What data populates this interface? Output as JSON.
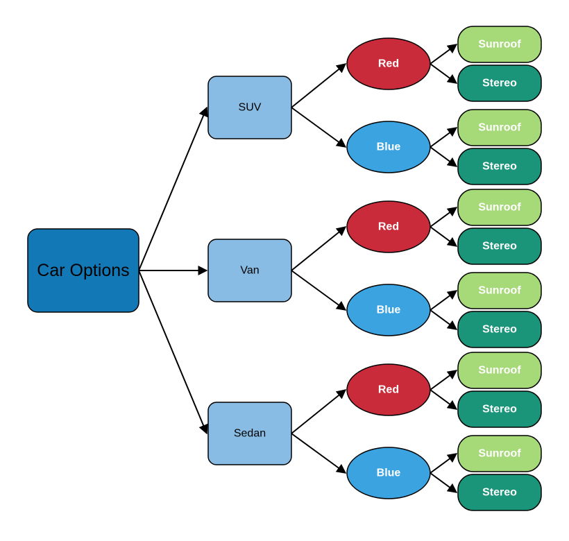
{
  "colors": {
    "root": "#1378b6",
    "type": "#88bce4",
    "red": "#c92b3a",
    "blue": "#3aa3e0",
    "sunroof": "#a6d977",
    "stereo": "#1a957a",
    "edge": "#000000"
  },
  "root": {
    "label": "Car Options"
  },
  "types": [
    {
      "label": "SUV",
      "colors": [
        {
          "label": "Red",
          "kind": "red",
          "features": [
            "Sunroof",
            "Stereo"
          ]
        },
        {
          "label": "Blue",
          "kind": "blue",
          "features": [
            "Sunroof",
            "Stereo"
          ]
        }
      ]
    },
    {
      "label": "Van",
      "colors": [
        {
          "label": "Red",
          "kind": "red",
          "features": [
            "Sunroof",
            "Stereo"
          ]
        },
        {
          "label": "Blue",
          "kind": "blue",
          "features": [
            "Sunroof",
            "Stereo"
          ]
        }
      ]
    },
    {
      "label": "Sedan",
      "colors": [
        {
          "label": "Red",
          "kind": "red",
          "features": [
            "Sunroof",
            "Stereo"
          ]
        },
        {
          "label": "Blue",
          "kind": "blue",
          "features": [
            "Sunroof",
            "Stereo"
          ]
        }
      ]
    }
  ]
}
